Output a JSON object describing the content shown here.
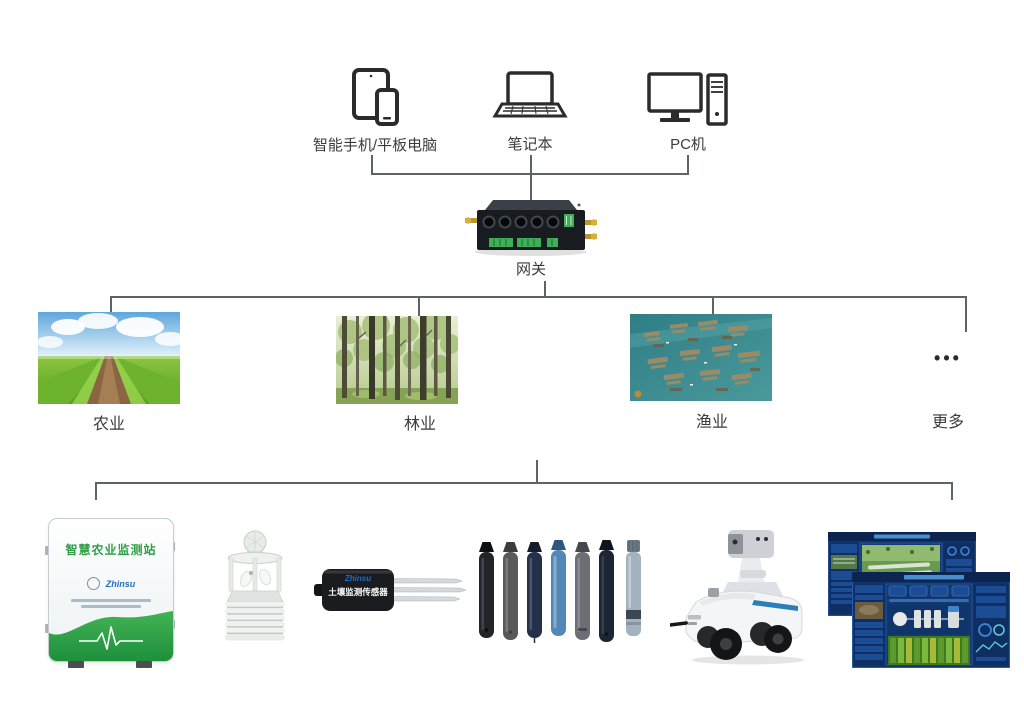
{
  "top_devices": [
    {
      "label": "智能手机/平板电脑"
    },
    {
      "label": "笔记本"
    },
    {
      "label": "PC机"
    }
  ],
  "gateway": {
    "label": "网关"
  },
  "sectors": [
    {
      "label": "农业"
    },
    {
      "label": "林业"
    },
    {
      "label": "渔业"
    },
    {
      "label": "更多",
      "ellipsis": "•••"
    }
  ],
  "devices": {
    "station": {
      "title": "智慧农业监测站",
      "brand": "Zhinsu"
    },
    "soil_sensor": {
      "brand": "Zhinsu",
      "label": "土壤监测传感器"
    }
  },
  "colors": {
    "connector": "#5f6368",
    "label_text": "#3b3b3b",
    "station_green": "#2f9e47",
    "brand_blue": "#1f6fc0",
    "gateway_body": "#181b20",
    "terminal_green": "#3fae57",
    "dashboard_navy": "#10336b"
  }
}
